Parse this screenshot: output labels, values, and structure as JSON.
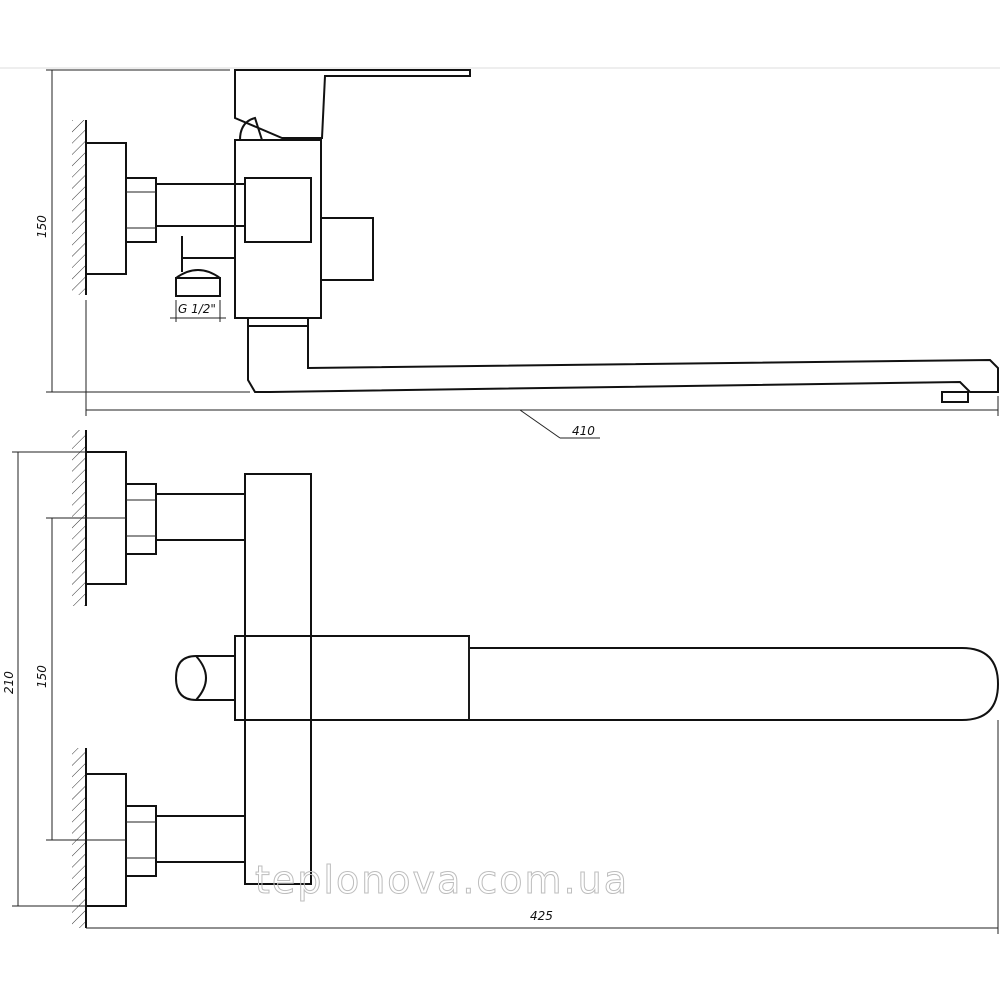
{
  "dimensions": {
    "side_height": "150",
    "side_length": "410",
    "thread": "G 1/2\"",
    "top_total_height": "210",
    "top_spacing": "150",
    "top_length": "425"
  },
  "watermark": "teplonova.com.ua"
}
